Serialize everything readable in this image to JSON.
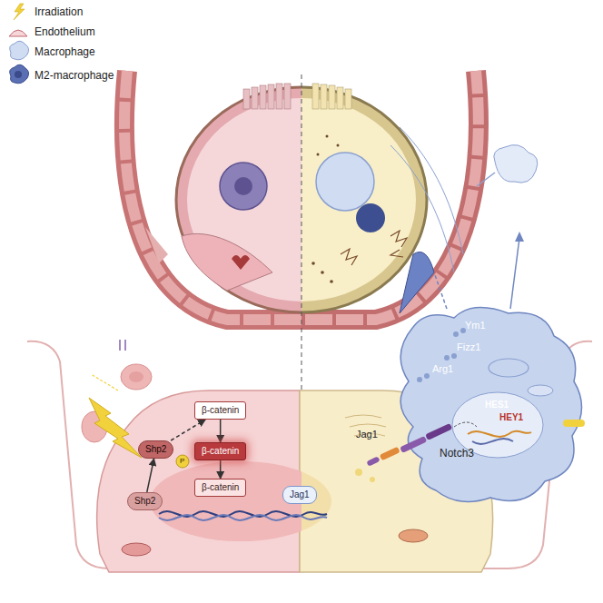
{
  "diagram": {
    "nodes": [
      {
        "text": [
          "β-catenin"
        ]
      },
      {
        "text": [
          "β-catenin"
        ]
      },
      {
        "text": [
          "β-catenin"
        ]
      },
      {
        "text": [
          "Shp2"
        ]
      },
      {
        "text": [
          "Shp2"
        ]
      },
      {
        "text": [
          "Jag1"
        ]
      }
    ],
    "edges": [
      {
        "from": 0,
        "to": 1,
        "arrow": "to"
      },
      {
        "from": 1,
        "to": 2,
        "arrow": "to"
      },
      {
        "from": 4,
        "to": 3,
        "arrow": "to"
      },
      {
        "from": 3,
        "to": 0,
        "arrow": "to"
      }
    ],
    "labels": [
      "P",
      "Jag1",
      "Notch3",
      "HES1",
      "HEY1",
      "Ym1",
      "Fizz1",
      "Arg1"
    ],
    "legend": [
      {
        "text": "Irradiation"
      },
      {
        "text": "Endothelium"
      },
      {
        "text": "Macrophage"
      },
      {
        "text": "M2-macrophage"
      }
    ]
  }
}
